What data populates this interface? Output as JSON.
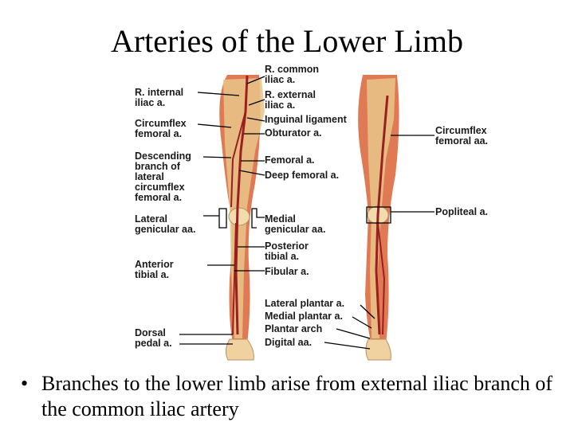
{
  "title": "Arteries of the Lower Limb",
  "labels": {
    "r_common_iliac": "R. common\niliac a.",
    "r_internal_iliac": "R. internal\niliac a.",
    "r_external_iliac": "R. external\niliac a.",
    "inguinal_ligament": "Inguinal ligament",
    "obturator": "Obturator a.",
    "circumflex_femoral_left": "Circumflex\nfemoral a.",
    "circumflex_femoral_right": "Circumflex\nfemoral aa.",
    "descending_branch": "Descending\nbranch of\nlateral\ncircumflex\nfemoral a.",
    "femoral": "Femoral a.",
    "deep_femoral": "Deep femoral a.",
    "lateral_genicular": "Lateral\ngenicular aa.",
    "medial_genicular": "Medial\ngenicular aa.",
    "popliteal": "Popliteal a.",
    "posterior_tibial": "Posterior\ntibial a.",
    "anterior_tibial": "Anterior\ntibial a.",
    "fibular": "Fibular a.",
    "lateral_plantar": "Lateral plantar a.",
    "medial_plantar": "Medial plantar a.",
    "plantar_arch": "Plantar arch",
    "digital": "Digital aa.",
    "dorsal_pedal": "Dorsal\npedal a."
  },
  "bullet": {
    "marker": "•",
    "text": "Branches to the lower limb arise from external iliac branch of the common iliac artery"
  },
  "colors": {
    "muscle": "#d9734f",
    "bone": "#e8c58a",
    "artery": "#9a1f1f",
    "leader": "#000000"
  }
}
